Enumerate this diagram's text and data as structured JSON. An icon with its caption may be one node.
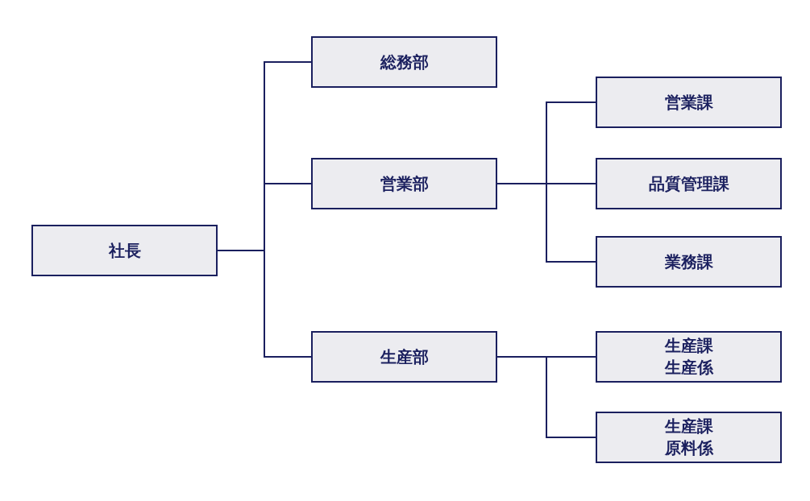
{
  "diagram": {
    "nodes": [
      {
        "text": [
          "社長"
        ]
      },
      {
        "text": [
          "総務部"
        ]
      },
      {
        "text": [
          "営業部"
        ]
      },
      {
        "text": [
          "生産部"
        ]
      },
      {
        "text": [
          "営業課"
        ]
      },
      {
        "text": [
          "品質管理課"
        ]
      },
      {
        "text": [
          "業務課"
        ]
      },
      {
        "text": [
          "生産課",
          "生産係"
        ]
      },
      {
        "text": [
          "生産課",
          "原料係"
        ]
      }
    ],
    "edges": [
      {
        "from": 0,
        "to": 1,
        "arrow": "none"
      },
      {
        "from": 0,
        "to": 2,
        "arrow": "none"
      },
      {
        "from": 0,
        "to": 3,
        "arrow": "none"
      },
      {
        "from": 2,
        "to": 4,
        "arrow": "none"
      },
      {
        "from": 2,
        "to": 5,
        "arrow": "none"
      },
      {
        "from": 2,
        "to": 6,
        "arrow": "none"
      },
      {
        "from": 3,
        "to": 7,
        "arrow": "none"
      },
      {
        "from": 3,
        "to": 8,
        "arrow": "none"
      }
    ]
  }
}
